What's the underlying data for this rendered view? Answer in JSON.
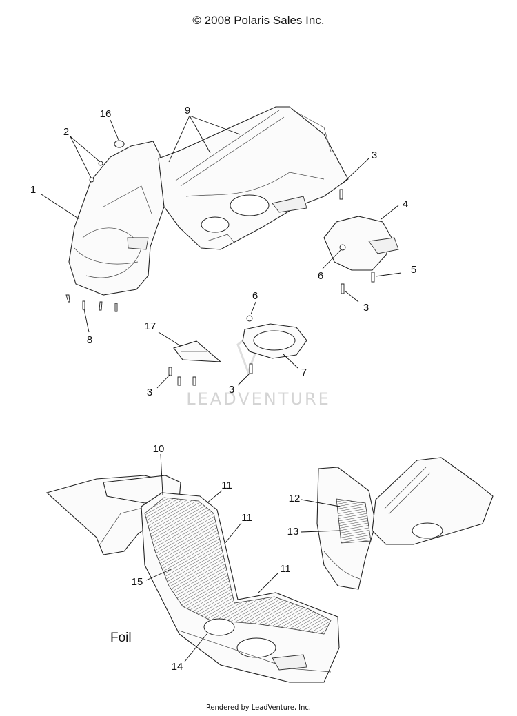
{
  "header": {
    "copyright": "© 2008 Polaris Sales Inc."
  },
  "footer": {
    "rendered_by": "Rendered by LeadVenture, Inc."
  },
  "watermark": {
    "text": "LEADVENTURE"
  },
  "callouts": {
    "c1": "1",
    "c2": "2",
    "c16": "16",
    "c9": "9",
    "c3a": "3",
    "c4": "4",
    "c6a": "6",
    "c5": "5",
    "c3b": "3",
    "c8": "8",
    "c6b": "6",
    "c17": "17",
    "c7": "7",
    "c3c": "3",
    "c3d": "3",
    "c10": "10",
    "c11a": "11",
    "c11b": "11",
    "c11c": "11",
    "c12": "12",
    "c13": "13",
    "c15": "15",
    "c14": "14"
  },
  "labels": {
    "foil": "Foil"
  },
  "colors": {
    "line": "#222222",
    "watermark": "#d4d4d4",
    "hatch": "#555555"
  }
}
